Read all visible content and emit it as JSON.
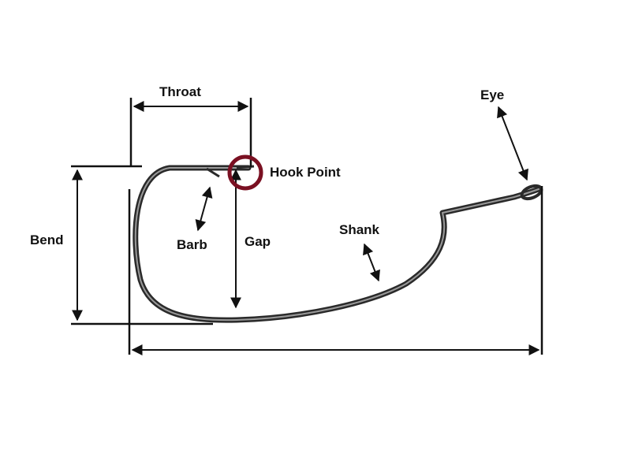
{
  "labels": {
    "throat": "Throat",
    "eye": "Eye",
    "hook_point": "Hook Point",
    "bend": "Bend",
    "barb": "Barb",
    "gap": "Gap",
    "shank": "Shank"
  },
  "colors": {
    "background": "#ffffff",
    "line": "#111111",
    "hook_outer": "#2a2a2a",
    "hook_inner": "#8a8a8a",
    "highlight_circle": "#7a1022"
  }
}
